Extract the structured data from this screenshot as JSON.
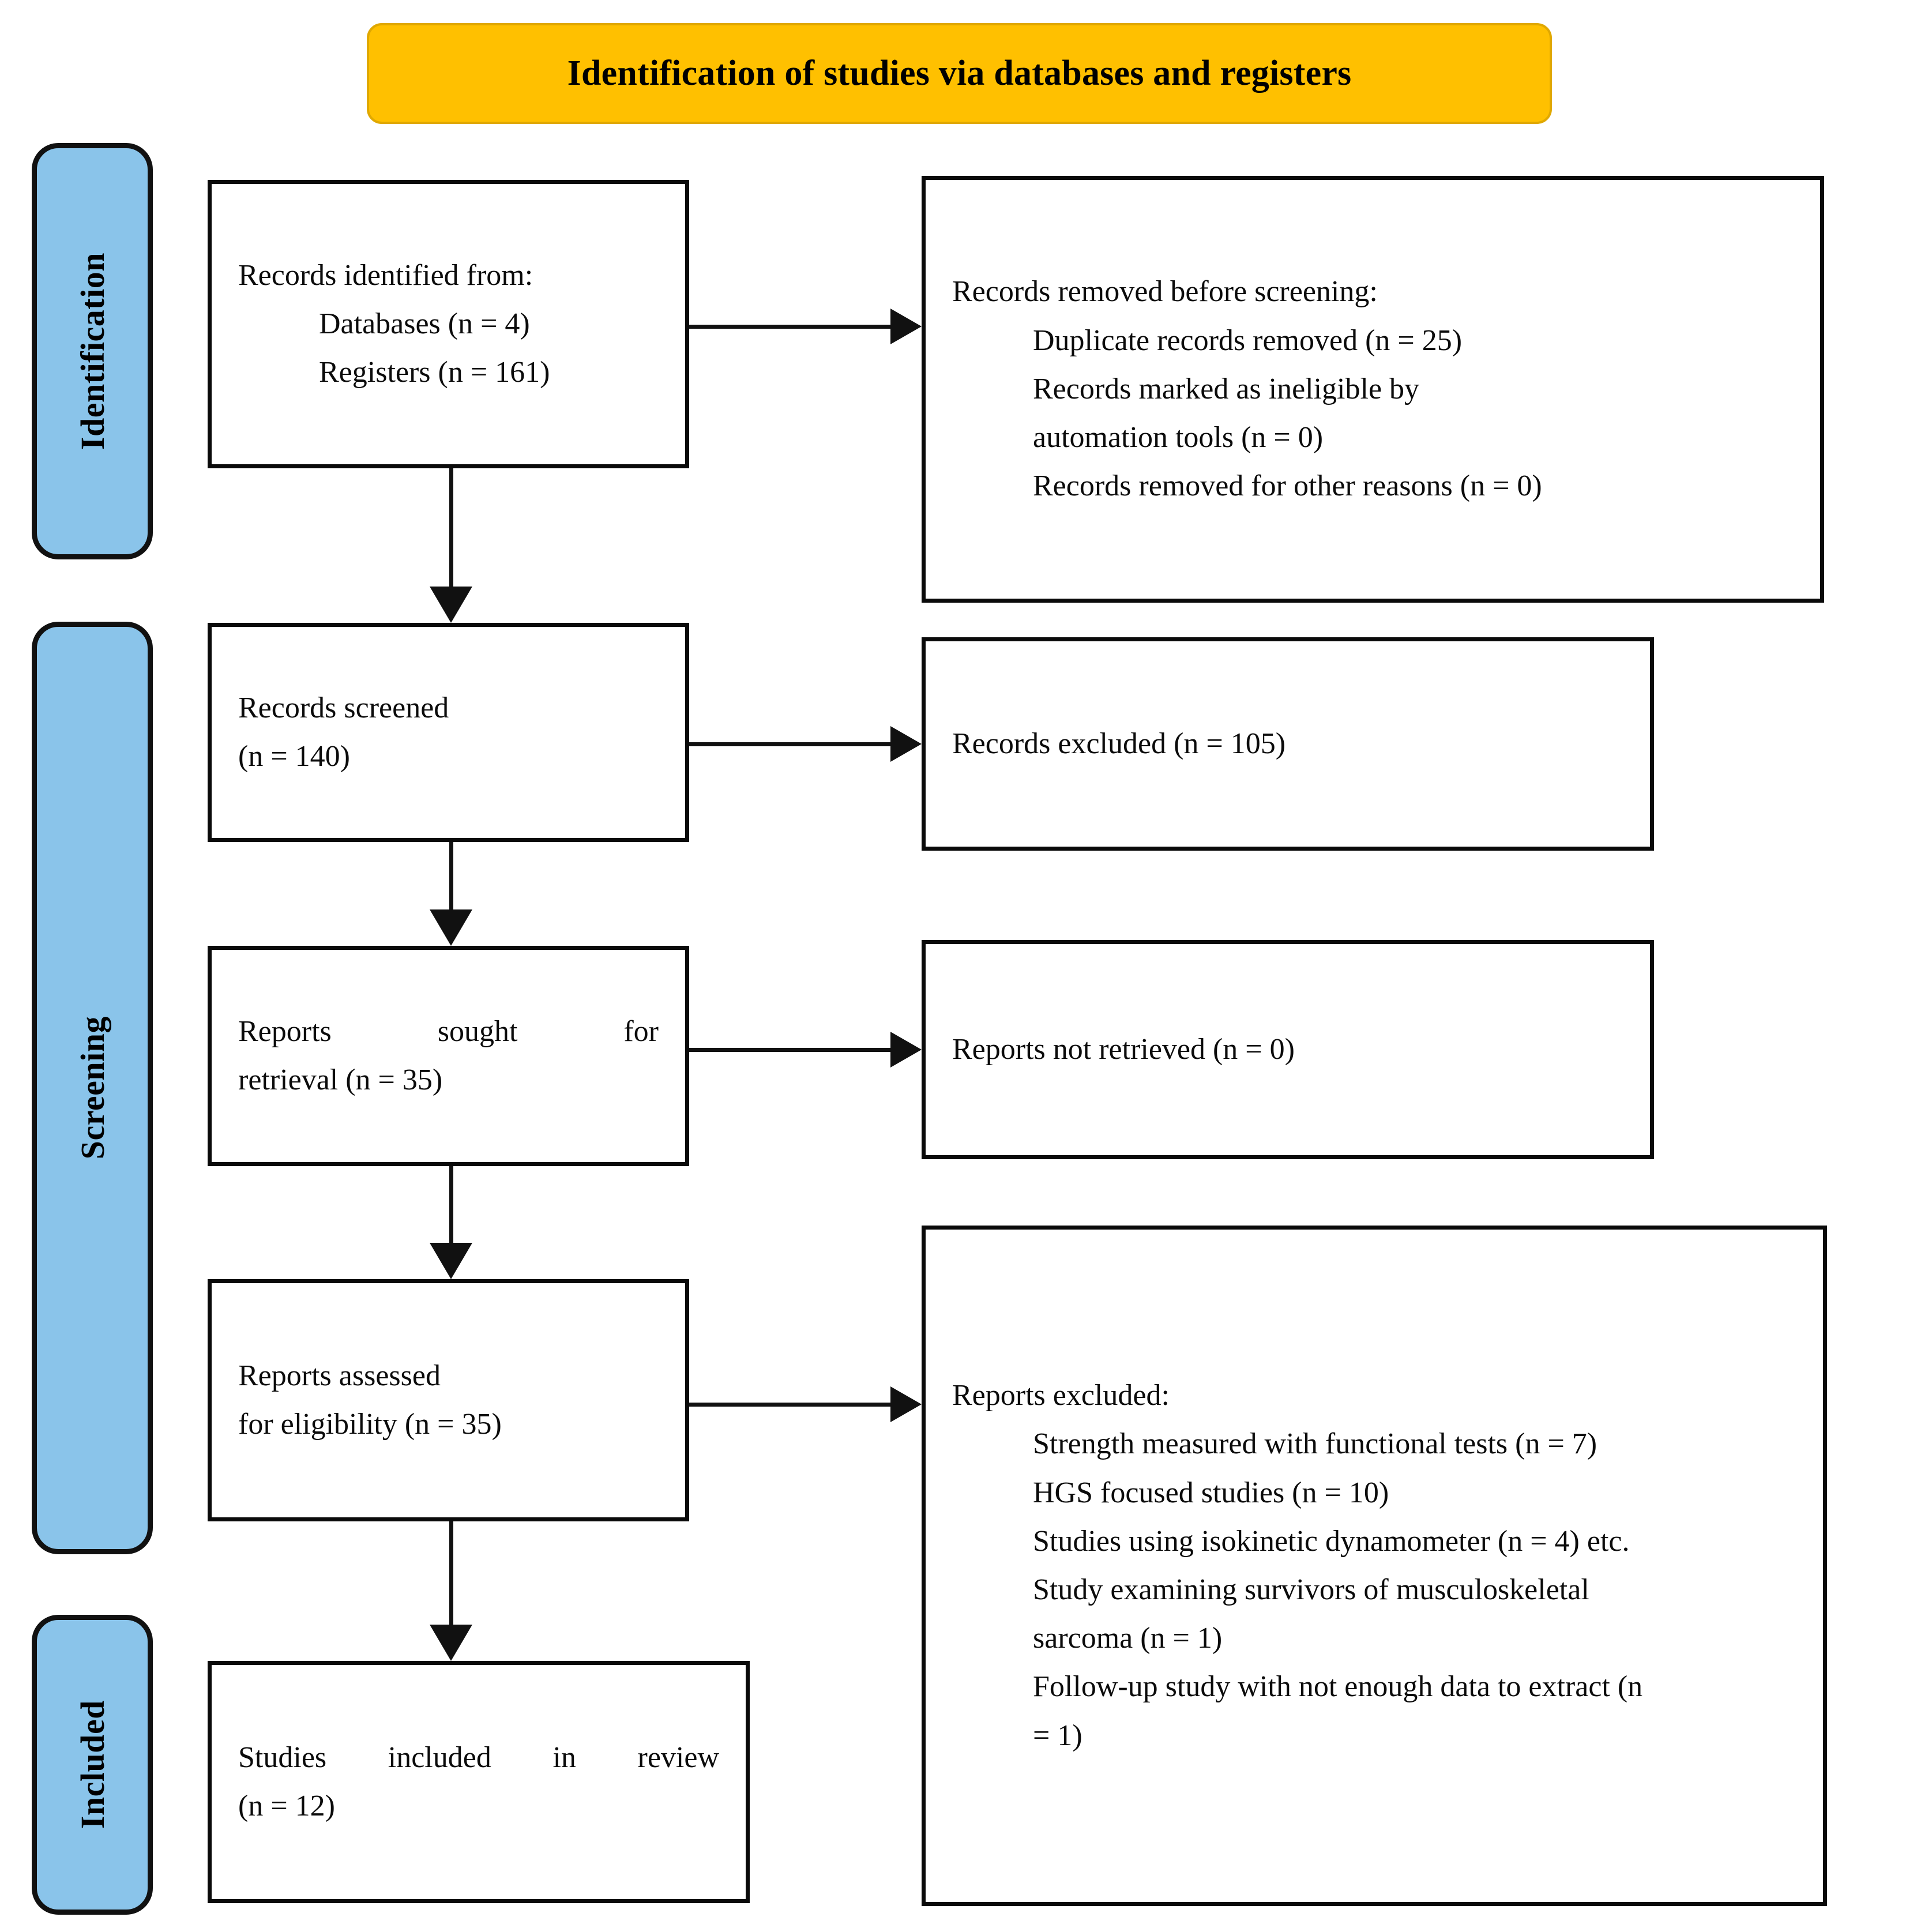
{
  "colors": {
    "banner_bg": "#FFC000",
    "banner_border": "#E0A800",
    "stage_bg": "#8AC4EA",
    "box_border": "#0A0A0A",
    "arrow": "#111111",
    "text": "#000000"
  },
  "header": {
    "title": "Identification of studies via databases and registers"
  },
  "stages": [
    {
      "key": "identification",
      "label": "Identification"
    },
    {
      "key": "screening",
      "label": "Screening"
    },
    {
      "key": "included",
      "label": "Included"
    }
  ],
  "boxes": {
    "identified": {
      "lines": [
        "Records identified from:",
        "Databases (n = 4)",
        "Registers (n = 161)"
      ]
    },
    "removed": {
      "lines": [
        "Records removed before screening:",
        "Duplicate records removed (n = 25)",
        "Records marked as ineligible by",
        "automation tools (n = 0)",
        "Records removed for other reasons (n = 0)"
      ]
    },
    "screened": {
      "lines": [
        "Records screened",
        "(n = 140)"
      ]
    },
    "records_excluded": {
      "lines": [
        "Records excluded (n = 105)"
      ]
    },
    "sought": {
      "lines": [
        "Reports sought for",
        "retrieval (n = 35)"
      ]
    },
    "not_retrieved": {
      "lines": [
        "Reports not retrieved (n = 0)"
      ]
    },
    "assessed": {
      "lines": [
        "Reports assessed",
        "for eligibility (n = 35)"
      ]
    },
    "reports_excluded": {
      "lines": [
        "Reports excluded:",
        "Strength measured with functional tests (n = 7)",
        "HGS focused studies (n = 10)",
        "Studies using isokinetic dynamometer (n = 4) etc.",
        "Study examining survivors of musculoskeletal",
        "sarcoma (n = 1)",
        "Follow-up study with not enough data to extract (n",
        "= 1)"
      ]
    },
    "included": {
      "lines": [
        "Studies included in review",
        "(n = 12)"
      ]
    }
  }
}
